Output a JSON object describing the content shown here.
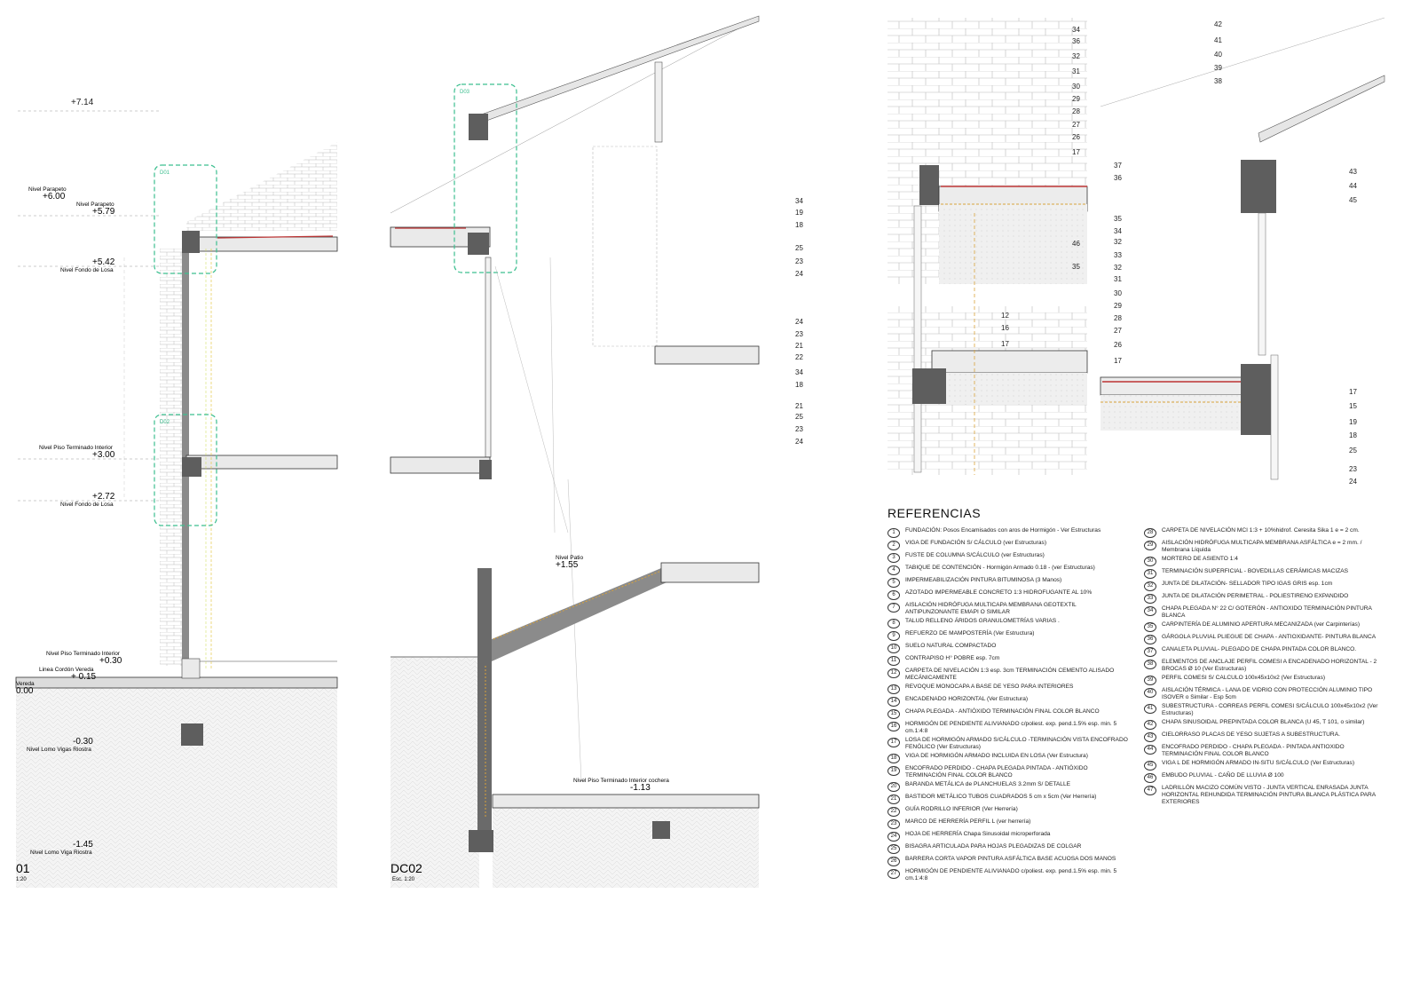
{
  "levels": {
    "l714": "+7.14",
    "parapet1_label": "Nivel Parapeto",
    "parapet1_value": "+6.00",
    "parapet2_label": "Nivel Parapeto",
    "parapet2_value": "+5.79",
    "l542": "+5.42",
    "fondo_losa_1": "Nivel Fondo de Losa",
    "piso_int_label": "Nivel Piso Terminado Interior",
    "piso_int_value": "+3.00",
    "l272": "+2.72",
    "fondo_losa_2": "Nivel Fondo de Losa",
    "piso_int2_label": "Nivel Piso Terminado Interior",
    "piso_int2_value": "+0.30",
    "cordon_label": "Linea Cordón Vereda",
    "cordon_value": "+ 0.15",
    "vereda_label": "Vereda",
    "vereda_value": "0.00",
    "lomo1_value": "-0.30",
    "lomo1_label": "Nivel Lomo Vigas Riostra",
    "lomo2_value": "-1.45",
    "lomo2_label": "Nivel Lomo Viga Riostra",
    "patio_label": "Nivel Patio",
    "patio_value": "+1.55",
    "cochera_label": "Nivel Piso Terminado Interior cochera",
    "cochera_value": "-1.13"
  },
  "details": {
    "d01": "D01",
    "d02": "D02",
    "d03": "D03"
  },
  "sections": {
    "dc01_title": "01",
    "dc01_scale": "1:20",
    "dc02_title": "DC02",
    "dc02_scale": "Esc. 1:20"
  },
  "callouts": {
    "det_a_top": [
      "34",
      "36",
      "32",
      "31",
      "30",
      "29",
      "28",
      "27",
      "26",
      "17"
    ],
    "det_a_left": [
      "34",
      "19",
      "18"
    ],
    "det_a_left2": [
      "25",
      "23",
      "24"
    ],
    "det_a_right": [
      "46",
      "35"
    ],
    "det_a_mid_left": [
      "24",
      "23",
      "21",
      "22"
    ],
    "det_a_mid_right": [
      "12",
      "16",
      "17"
    ],
    "det_a_low_left": [
      "34",
      "18"
    ],
    "det_a_low_left2": [
      "21",
      "25",
      "23",
      "24"
    ],
    "det_b_top": [
      "42",
      "41",
      "40",
      "39",
      "38"
    ],
    "det_b_left": [
      "37",
      "36"
    ],
    "det_b_right": [
      "43",
      "44",
      "45"
    ],
    "det_b_left2": [
      "35",
      "34",
      "32",
      "33",
      "32",
      "31",
      "30",
      "29",
      "28",
      "27",
      "26",
      "17"
    ],
    "det_b_right2": [
      "17",
      "15",
      "19",
      "18",
      "25",
      "23",
      "24"
    ]
  },
  "legend": {
    "title": "REFERENCIAS",
    "left": [
      {
        "n": "1",
        "t": "FUNDACIÓN: Posos Encamisados con aros de Hormigón - Ver Estructuras"
      },
      {
        "n": "2",
        "t": "VIGA DE FUNDACIÓN S/ CÁLCULO (ver Estructuras)"
      },
      {
        "n": "3",
        "t": "FUSTE DE COLUMNA S/CÁLCULO (ver Estructuras)"
      },
      {
        "n": "4",
        "t": "TABIQUE DE CONTENCIÓN - Hormigón Armado 0.18 - (ver Estructuras)"
      },
      {
        "n": "5",
        "t": "IMPERMEABILIZACIÓN PINTURA BITUMINOSA (3 Manos)"
      },
      {
        "n": "6",
        "t": "AZOTADO IMPERMEABLE CONCRETO 1:3 HIDROFUGANTE AL 10%"
      },
      {
        "n": "7",
        "t": "AISLACIÓN HIDRÓFUGA MULTICAPA MEMBRANA GEOTEXTIL ANTIPUNZONANTE EMAPI O SIMILAR"
      },
      {
        "n": "8",
        "t": "TALUD RELLENO ÁRIDOS GRANULOMETRÍAS VARIAS ."
      },
      {
        "n": "9",
        "t": "REFUERZO DE MAMPOSTERÍA (Ver Estructura)"
      },
      {
        "n": "10",
        "t": "SUELO NATURAL COMPACTADO"
      },
      {
        "n": "11",
        "t": "CONTRAPISO H° POBRE esp. 7cm"
      },
      {
        "n": "12",
        "t": "CARPETA DE NIVELACIÓN 1:3 esp. 3cm TERMINACIÓN CEMENTO ALISADO MECÁNICAMENTE"
      },
      {
        "n": "13",
        "t": "REVOQUE MONOCAPA A BASE DE YESO PARA INTERIORES"
      },
      {
        "n": "14",
        "t": "ENCADENADO HORIZONTAL (Ver Estructura)"
      },
      {
        "n": "15",
        "t": "CHAPA PLEGADA - ANTIÓXIDO TERMINACIÓN FINAL COLOR BLANCO"
      },
      {
        "n": "16",
        "t": "HORMIGÓN DE PENDIENTE ALIVIANADO c/poliest. exp. pend.1.5% esp. min. 5 cm.1:4:8"
      },
      {
        "n": "17",
        "t": "LOSA DE HORMIGÓN ARMADO S/CÁLCULO -TERMINACIÓN VISTA ENCOFRADO FENÓLICO (Ver Estructuras)"
      },
      {
        "n": "18",
        "t": "VIGA DE HORMIGÓN ARMADO INCLUIDA EN LOSA (Ver Estructura)"
      },
      {
        "n": "19",
        "t": "ENCOFRADO PERDIDO - CHAPA PLEGADA PINTADA - ANTIÓXIDO TERMINACIÓN FINAL COLOR BLANCO"
      },
      {
        "n": "20",
        "t": "BARANDA METÁLICA de PLANCHUELAS 3.2mm S/ DETALLE"
      },
      {
        "n": "21",
        "t": "BASTIDOR METÁLICO TUBOS CUADRADOS 5 cm x 5cm (Ver Herrería)"
      },
      {
        "n": "22",
        "t": "GUÍA RODRILLO INFERIOR (Ver Herrería)"
      },
      {
        "n": "23",
        "t": "MARCO DE HERRERÍA PERFIL L (ver herrería)"
      },
      {
        "n": "24",
        "t": "HOJA DE HERRERÍA Chapa Sinusoidal microperforada"
      },
      {
        "n": "25",
        "t": "BISAGRA ARTICULADA PARA HOJAS PLEGADIZAS DE COLGAR"
      },
      {
        "n": "26",
        "t": "BARRERA CORTA VAPOR PINTURA ASFÁLTICA BASE ACUOSA DOS MANOS"
      },
      {
        "n": "27",
        "t": "HORMIGÓN DE PENDIENTE ALIVIANADO c/poliest. exp. pend.1.5% esp. min. 5 cm.1:4:8"
      }
    ],
    "right": [
      {
        "n": "28",
        "t": "CARPETA DE NIVELACIÓN MCI 1:3 + 10%hidrof. Ceresita Sika 1 e = 2 cm."
      },
      {
        "n": "29",
        "t": "AISLACIÓN HIDRÓFUGA MULTICAPA MEMBRANA ASFÁLTICA e = 2 mm. / Membrana Líquida"
      },
      {
        "n": "30",
        "t": "MORTERO DE ASIENTO 1:4"
      },
      {
        "n": "31",
        "t": "TERMINACIÓN SUPERFICIAL - BOVEDILLAS CERÁMICAS MACIZAS"
      },
      {
        "n": "32",
        "t": "JUNTA DE DILATACIÓN- SELLADOR TIPO IGAS GRIS esp. 1cm"
      },
      {
        "n": "33",
        "t": "JUNTA DE DILATACIÓN PERIMETRAL - POLIESTIRENO EXPANDIDO"
      },
      {
        "n": "34",
        "t": "CHAPA PLEGADA N° 22 C/ GOTERÓN - ANTIOXIDO TERMINACIÓN PINTURA BLANCA"
      },
      {
        "n": "35",
        "t": "CARPINTERÍA DE ALUMINIO APERTURA MECANIZADA (ver Carpinterías)"
      },
      {
        "n": "36",
        "t": "GÁRGOLA PLUVIAL PLIEGUE DE CHAPA - ANTIOXIDANTE- PINTURA BLANCA"
      },
      {
        "n": "37",
        "t": "CANALETA PLUVIAL- PLEGADO DE CHAPA PINTADA COLOR BLANCO."
      },
      {
        "n": "38",
        "t": "ELEMENTOS DE ANCLAJE PERFIL COMESI A ENCADENADO HORIZONTAL - 2 BROCAS Ø 10 (Ver Estructuras)"
      },
      {
        "n": "39",
        "t": "PERFIL COMESI S/ CALCULO 100x45x10x2 (Ver Estructuras)"
      },
      {
        "n": "40",
        "t": "AISLACIÓN TÉRMICA - LANA DE VIDRIO CON PROTECCIÓN ALUMINIO TIPO ISOVER o Similar - Esp 5cm"
      },
      {
        "n": "41",
        "t": "SUBESTRUCTURA - CORREAS PERFIL COMESI S/CÁLCULO 100x45x10x2 (Ver Estructuras)"
      },
      {
        "n": "42",
        "t": "CHAPA SINUSOIDAL PREPINTADA COLOR BLANCA (U 45, T 101, o similar)"
      },
      {
        "n": "43",
        "t": "CIELORRASO PLACAS DE YESO SUJETAS A SUBESTRUCTURA."
      },
      {
        "n": "44",
        "t": "ENCOFRADO PERDIDO - CHAPA PLEGADA - PINTADA ANTIOXIDO TERMINACIÓN FINAL COLOR BLANCO"
      },
      {
        "n": "45",
        "t": "VIGA L DE HORMIGÓN ARMADO IN-SITU S/CÁLCULO (Ver Estructuras)"
      },
      {
        "n": "46",
        "t": "EMBUDO PLUVIAL - CAÑO DE LLUVIA Ø 100"
      },
      {
        "n": "47",
        "t": "LADRILLÓN MACIZO COMÚN VISTO - JUNTA VERTICAL ENRASADA JUNTA HORIZONTAL REHUNDIDA TERMINACIÓN PINTURA BLANCA PLÁSTICA PARA EXTERIORES"
      }
    ]
  }
}
